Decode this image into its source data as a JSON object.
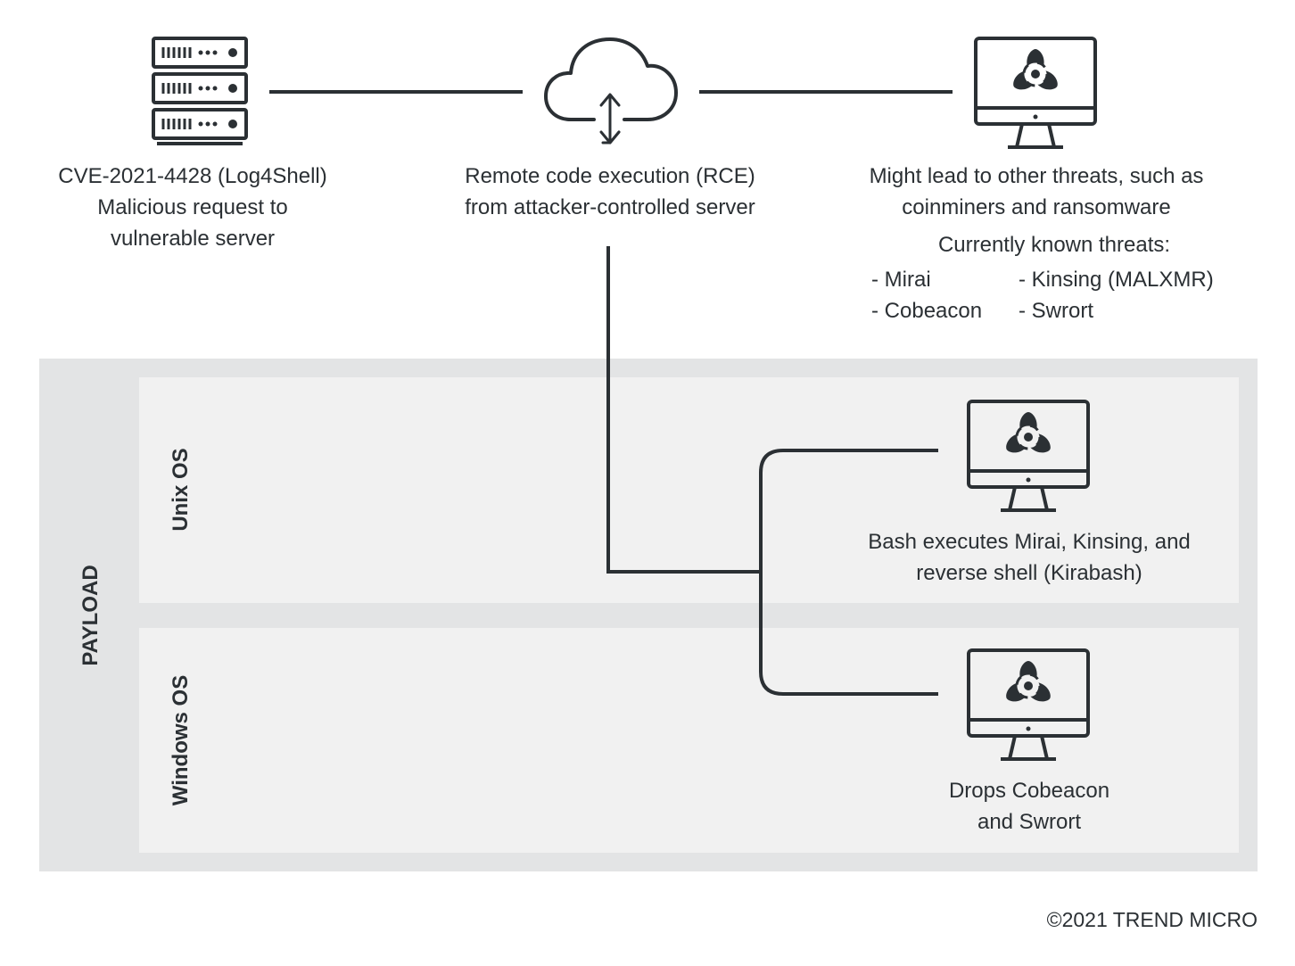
{
  "nodes": {
    "server": {
      "icon": "server-rack-icon",
      "lines": [
        "CVE-2021-4428 (Log4Shell)",
        "Malicious request to",
        "vulnerable server"
      ]
    },
    "cloud": {
      "icon": "cloud-sync-icon",
      "lines": [
        "Remote code execution (RCE)",
        "from attacker-controlled server"
      ]
    },
    "threat_monitor": {
      "icon": "biohazard-monitor-icon",
      "lines": [
        "Might lead to other threats, such as",
        "coinminers and ransomware"
      ],
      "known_title": "Currently known threats:",
      "known_threats": [
        "- Mirai",
        "- Kinsing (MALXMR)",
        "- Cobeacon",
        "- Swrort"
      ]
    }
  },
  "payload": {
    "label": "PAYLOAD",
    "unix": {
      "label": "Unix OS",
      "icon": "biohazard-monitor-icon",
      "lines": [
        "Bash executes Mirai, Kinsing, and",
        "reverse shell (Kirabash)"
      ]
    },
    "windows": {
      "label": "Windows OS",
      "icon": "biohazard-monitor-icon",
      "lines": [
        "Drops Cobeacon",
        "and Swrort"
      ]
    }
  },
  "footer": {
    "copyright": "©2021 TREND MICRO"
  },
  "colors": {
    "ink": "#2b3034",
    "payload_bg": "#e3e4e5",
    "panel_bg": "#f1f1f1"
  }
}
